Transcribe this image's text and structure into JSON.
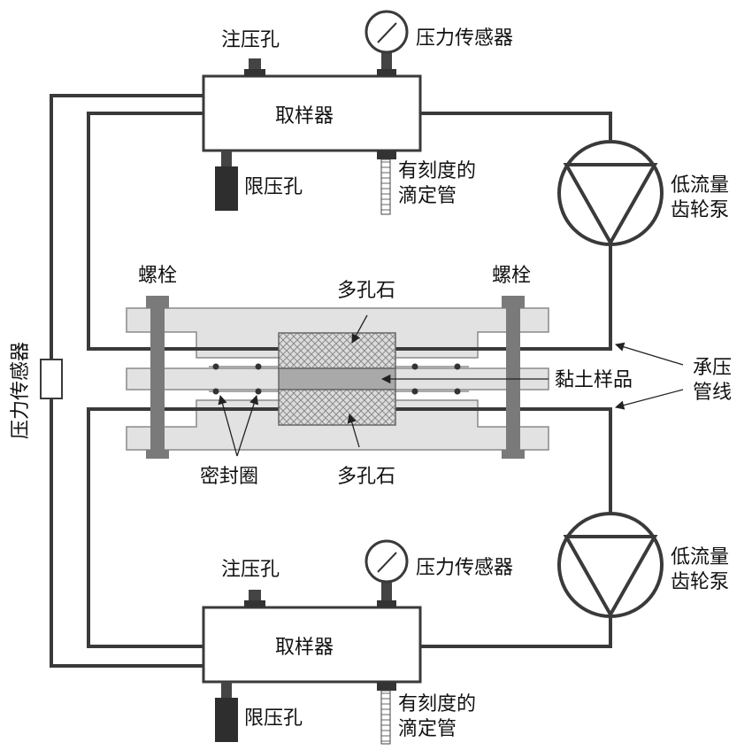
{
  "labels": {
    "top_injection_port": "注压孔",
    "top_pressure_sensor": "压力传感器",
    "top_sampler": "取样器",
    "top_pressure_limit_port": "限压孔",
    "top_burette_line1": "有刻度的",
    "top_burette_line2": "滴定管",
    "top_pump_line1": "低流量",
    "top_pump_line2": "齿轮泵",
    "left_bolt": "螺栓",
    "right_bolt": "螺栓",
    "top_porous_stone": "多孔石",
    "clay_sample": "黏土样品",
    "pressure_line_1": "承压",
    "pressure_line_2": "管线",
    "left_pressure_sensor": "压力传感器",
    "seal_ring": "密封圈",
    "bottom_porous_stone": "多孔石",
    "bottom_injection_port": "注压孔",
    "bottom_pressure_sensor": "压力传感器",
    "bottom_sampler": "取样器",
    "bottom_pressure_limit_port": "限压孔",
    "bottom_burette_line1": "有刻度的",
    "bottom_burette_line2": "滴定管",
    "bottom_pump_line1": "低流量",
    "bottom_pump_line2": "齿轮泵"
  },
  "colors": {
    "line": "#3a3a3a",
    "plate_fill": "#e2e2e2",
    "bolt": "#7a7a7a",
    "porous_stone": "#d6d6d6",
    "clay": "#a9a9a9",
    "valve": "#2e2e2e"
  }
}
